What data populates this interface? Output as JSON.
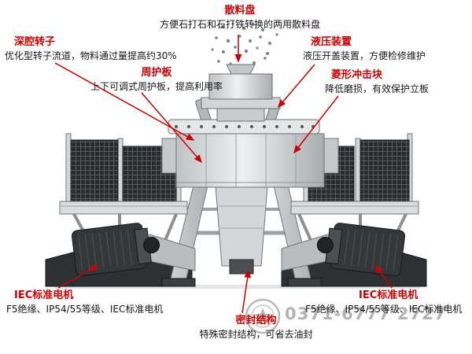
{
  "page": {
    "background": "#ffffff"
  },
  "colors": {
    "accent": "#cc0000",
    "text": "#161616",
    "watermark": "#b3b3b3"
  },
  "callouts": {
    "scatter_plate": {
      "title": "散料盘",
      "desc": "方便石打石和石打铁转换的两用散料盘"
    },
    "deep_rotor": {
      "title": "深腔转子",
      "desc": "优化型转子流道，物料通过量提高约30%"
    },
    "guard_plate": {
      "title": "周护板",
      "desc": "上下可调式周护板，提高利用率"
    },
    "hydraulic": {
      "title": "液压装置",
      "desc": "液压开盖装置，方便检修维护"
    },
    "impact_block": {
      "title": "菱形冲击块",
      "desc": "降低磨损，有效保护立板"
    },
    "motor_left": {
      "title": "IEC标准电机",
      "desc": "F5绝缘、IP54/55等级、IEC标准电机"
    },
    "seal": {
      "title": "密封结构",
      "desc": "特殊密封结构，可省去油封"
    },
    "motor_right": {
      "title": "IEC标准电机",
      "desc": "F5绝缘、IP54/55等级、IEC标准电机"
    }
  },
  "watermark": {
    "phone": "0371-6777 2727",
    "logo": "star-emblem"
  }
}
